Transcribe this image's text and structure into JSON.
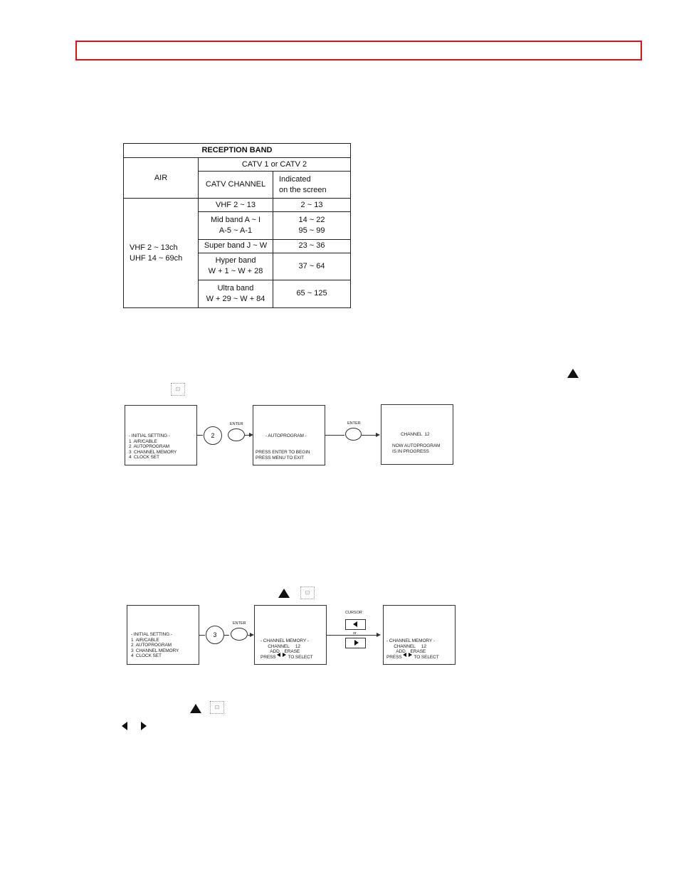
{
  "reception_band": {
    "title": "RECEPTION BAND",
    "air_label": "AIR",
    "catv_header": "CATV 1 or CATV 2",
    "catv_channel_label": "CATV CHANNEL",
    "indicated_label_1": "Indicated",
    "indicated_label_2": "on the screen",
    "air_range_1": "VHF   2 ~ 13ch",
    "air_range_2": "UHF 14 ~ 69ch",
    "rows": [
      {
        "band": "VHF 2 ~ 13",
        "indicated": "2 ~ 13"
      },
      {
        "band_1": "Mid band A ~ I",
        "band_2": "A-5 ~ A-1",
        "indicated_1": "14 ~ 22",
        "indicated_2": "95 ~ 99"
      },
      {
        "band": "Super band J ~ W",
        "indicated": "23 ~ 36"
      },
      {
        "band_1": "Hyper band",
        "band_2": "W + 1 ~ W + 28",
        "indicated": "37 ~ 64"
      },
      {
        "band_1": "Ultra band",
        "band_2": "W + 29 ~ W + 84",
        "indicated": "65 ~ 125"
      }
    ]
  },
  "diagram1": {
    "screen1": "- INITIAL SETTING -\n1  AIR/CABLE\n2  AUTOPROGRAM\n3  CHANNEL MEMORY\n4  CLOCK SET",
    "button_number": "2",
    "enter_label_1": "ENTER",
    "screen2_title": "- AUTOPROGRAM -",
    "screen2_body": "PRESS ENTER TO BEGIN\nPRESS MENU TO EXIT",
    "enter_label_2": "ENTER",
    "screen3_title": "CHANNEL  12",
    "screen3_body": "NOW AUTOPROGRAM\nIS IN PROGRESS"
  },
  "diagram2": {
    "screen1": "- INITIAL SETTING -\n1  AIR/CABLE\n2  AUTOPROGRAM\n3  CHANNEL MEMORY\n4  CLOCK SET",
    "button_number": "3",
    "enter_label": "ENTER",
    "screen2": "- CHANNEL MEMORY -\n      CHANNEL     12\n        ADD    ERASE\nPRESS          TO SELECT",
    "cursor_label": "CURSOR",
    "or_label": "or",
    "screen3": "- CHANNEL MEMORY -\n      CHANNEL     12\n        ADD    ERASE\nPRESS          TO SELECT"
  }
}
